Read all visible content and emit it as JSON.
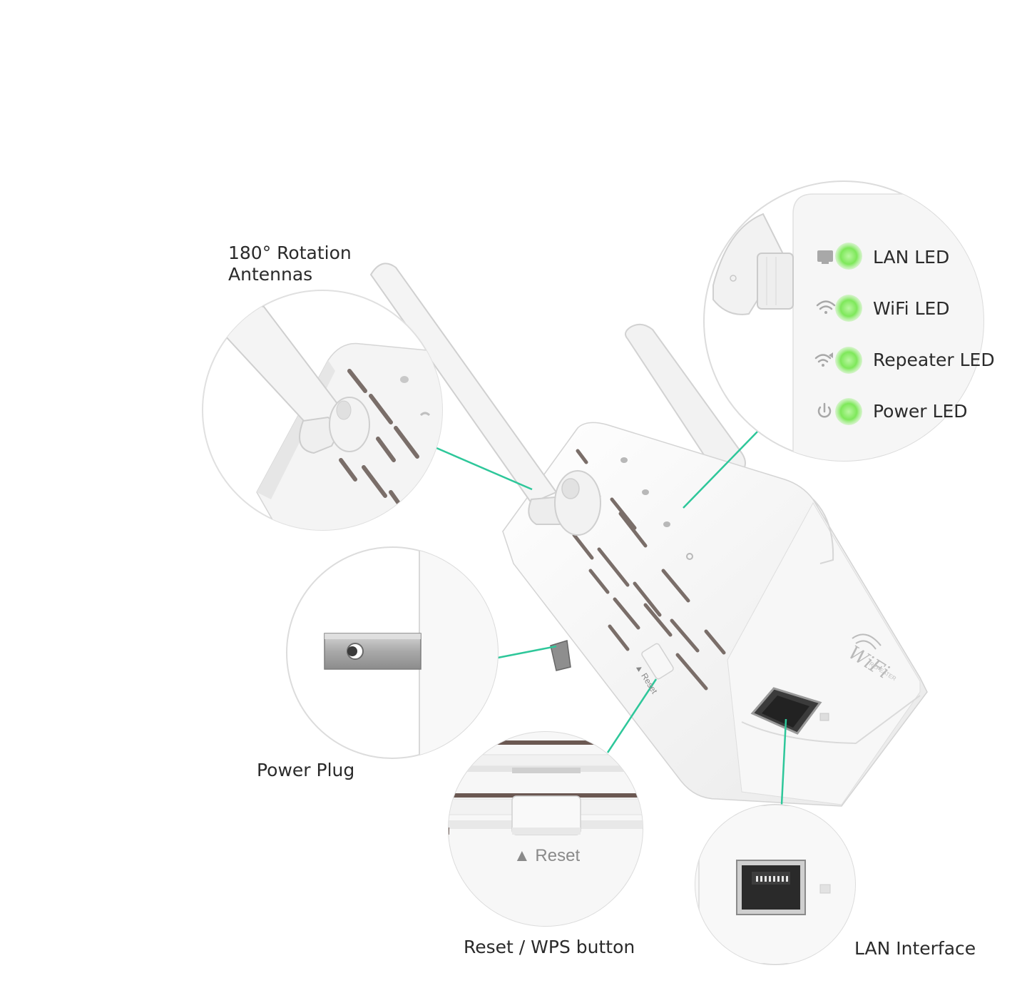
{
  "callouts": {
    "antennas_line1": "180° Rotation",
    "antennas_line2": "Antennas",
    "power_plug": "Power Plug",
    "reset_wps": "Reset / WPS button",
    "lan_interface": "LAN Interface"
  },
  "leds": [
    {
      "label": "LAN LED",
      "icon": "lan-icon"
    },
    {
      "label": "WiFi LED",
      "icon": "wifi-icon"
    },
    {
      "label": "Repeater LED",
      "icon": "repeater-icon"
    },
    {
      "label": "Power LED",
      "icon": "power-icon"
    }
  ],
  "device": {
    "reset_label": "▲ Reset",
    "reset_small_label": "▲ Reset",
    "brand_text": "WiFi",
    "brand_sub": "REPEATER"
  },
  "colors": {
    "callout_line": "#2ec79a",
    "led_green": "#7ee85a",
    "device_white": "#f4f4f4",
    "circle_border": "#d8d8d8"
  }
}
